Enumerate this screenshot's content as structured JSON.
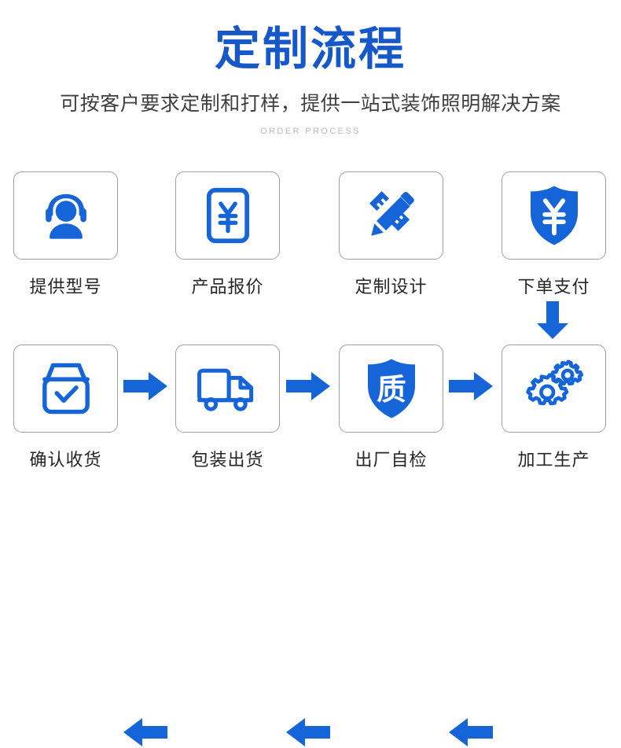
{
  "header": {
    "title": "定制流程",
    "subtitle": "可按客户要求定制和打样，提供一站式装饰照明解决方案",
    "eyebrow": "ORDER PROCESS",
    "title_color": "#1658c8",
    "subtitle_color": "#3f3f3f",
    "eyebrow_color": "#b8b8b8"
  },
  "theme": {
    "accent": "#1565d8",
    "icon_blue": "#1565d8",
    "card_border": "#9e9e9e",
    "caption_color": "#262626",
    "background": "#ffffff"
  },
  "flow": {
    "row1": [
      {
        "label": "提供型号",
        "icon": "headset-support-icon"
      },
      {
        "label": "产品报价",
        "icon": "yen-document-icon"
      },
      {
        "label": "定制设计",
        "icon": "pencil-ruler-design-icon"
      },
      {
        "label": "下单支付",
        "icon": "shield-yen-payment-icon"
      }
    ],
    "row2": [
      {
        "label": "确认收货",
        "icon": "box-check-receipt-icon"
      },
      {
        "label": "包装出货",
        "icon": "delivery-truck-icon"
      },
      {
        "label": "出厂自检",
        "icon": "shield-quality-icon"
      },
      {
        "label": "加工生产",
        "icon": "gears-production-icon"
      }
    ],
    "connectors": {
      "row1_arrows": [
        "arrow-right-icon",
        "arrow-right-icon",
        "arrow-right-icon"
      ],
      "vertical": "arrow-down-icon",
      "row2_arrows": [
        "arrow-left-icon",
        "arrow-left-icon",
        "arrow-left-icon"
      ]
    }
  }
}
